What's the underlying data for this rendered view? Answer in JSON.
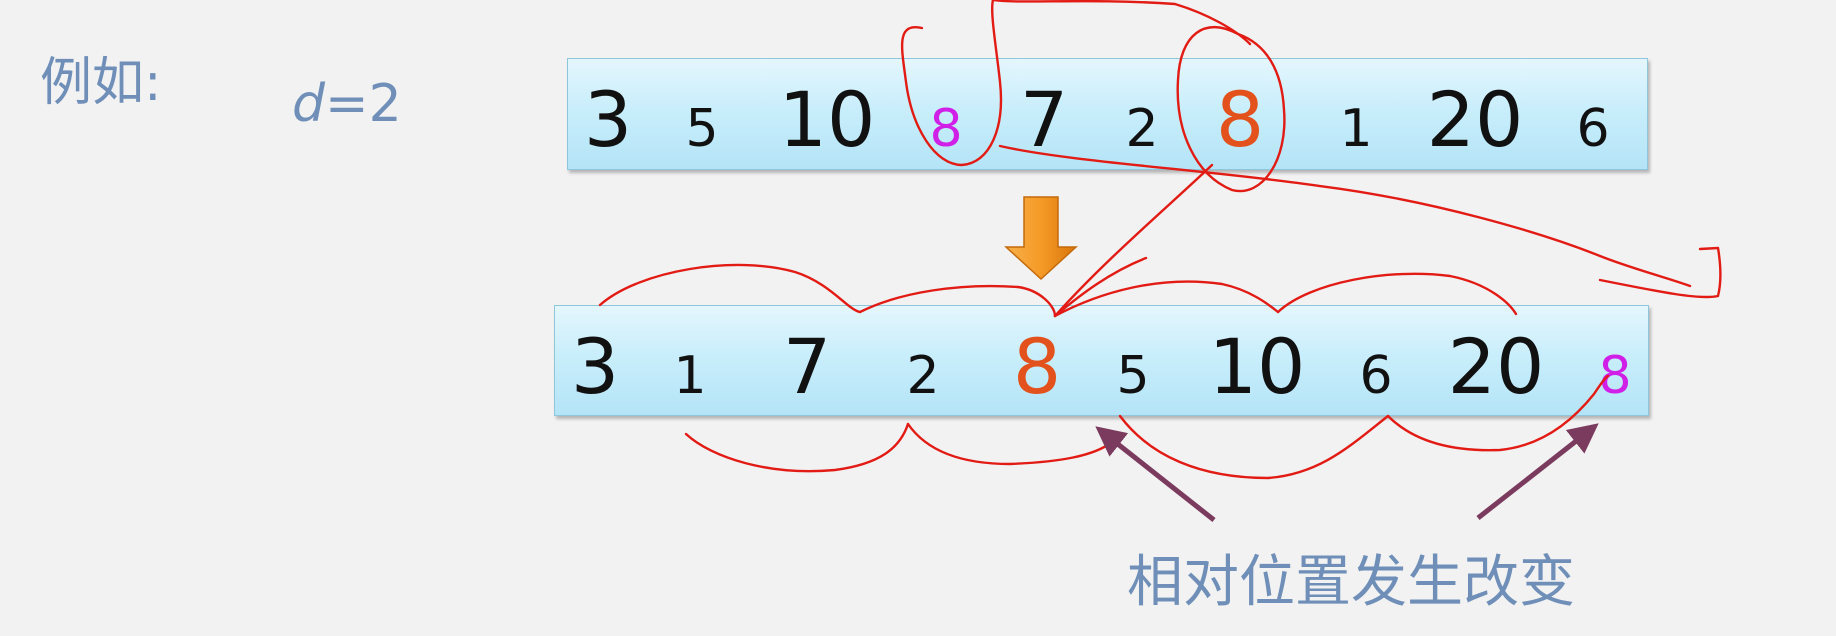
{
  "labels": {
    "example": "例如:",
    "d_var": "d",
    "d_value": "=2",
    "caption": "相对位置发生改变"
  },
  "rows": [
    {
      "name": "before",
      "cells": [
        {
          "text": "3",
          "size": "big",
          "color": "default"
        },
        {
          "text": "5",
          "size": "small",
          "color": "default"
        },
        {
          "text": "10",
          "size": "big",
          "color": "default"
        },
        {
          "text": "8",
          "size": "small",
          "color": "magenta"
        },
        {
          "text": "7",
          "size": "big",
          "color": "default"
        },
        {
          "text": "2",
          "size": "small",
          "color": "default"
        },
        {
          "text": "8",
          "size": "big",
          "color": "orange"
        },
        {
          "text": "1",
          "size": "small",
          "color": "default"
        },
        {
          "text": "20",
          "size": "big",
          "color": "default"
        },
        {
          "text": "6",
          "size": "small",
          "color": "default"
        }
      ]
    },
    {
      "name": "after",
      "cells": [
        {
          "text": "3",
          "size": "big",
          "color": "default"
        },
        {
          "text": "1",
          "size": "small",
          "color": "default"
        },
        {
          "text": "7",
          "size": "big",
          "color": "default"
        },
        {
          "text": "2",
          "size": "small",
          "color": "default"
        },
        {
          "text": "8",
          "size": "big",
          "color": "orange"
        },
        {
          "text": "5",
          "size": "small",
          "color": "default"
        },
        {
          "text": "10",
          "size": "big",
          "color": "default"
        },
        {
          "text": "6",
          "size": "small",
          "color": "default"
        },
        {
          "text": "20",
          "size": "big",
          "color": "default"
        },
        {
          "text": "8",
          "size": "small",
          "color": "magenta"
        }
      ]
    }
  ],
  "colors": {
    "label": "#6f8fb8",
    "orange_eight": "#e3521d",
    "magenta_eight": "#d020e8",
    "annotation": "#e21b14",
    "pointer_arrow": "#7b3b5e",
    "box_fill": "#c9eefb"
  },
  "icons": {
    "down_arrow": "down-arrow-icon",
    "pointer_arrows": "pointer-arrow-icon"
  }
}
